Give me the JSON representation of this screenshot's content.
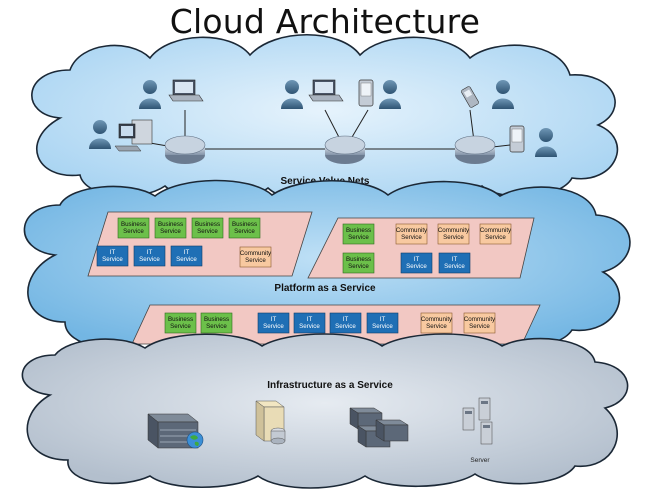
{
  "title": "Cloud Architecture",
  "layers": {
    "top": {
      "label": "Service Value Nets"
    },
    "middle": {
      "label": "Platform as a Service"
    },
    "bottom": {
      "label": "Infrastructure as a Service"
    }
  },
  "service_labels": {
    "business": [
      "Business",
      "Service"
    ],
    "it": [
      "IT",
      "Service"
    ],
    "community": [
      "Community",
      "Service"
    ]
  },
  "server_label": "Server",
  "colors": {
    "cloud_top": "#bfe0f7",
    "cloud_middle": "#8fc6ea",
    "cloud_bottom": "#c9d3df",
    "panel": "#f2c8c3",
    "business": "#6cc04a",
    "it": "#1f6fb5",
    "community": "#f8c9a0",
    "person": "#3f6a8a"
  },
  "icons": [
    "person-icon",
    "laptop-icon",
    "pda-icon",
    "desktop-computer-icon",
    "router-icon",
    "cell-phone-icon",
    "server-rack-icon",
    "database-server-icon",
    "tower-server-icon",
    "globe-icon"
  ]
}
